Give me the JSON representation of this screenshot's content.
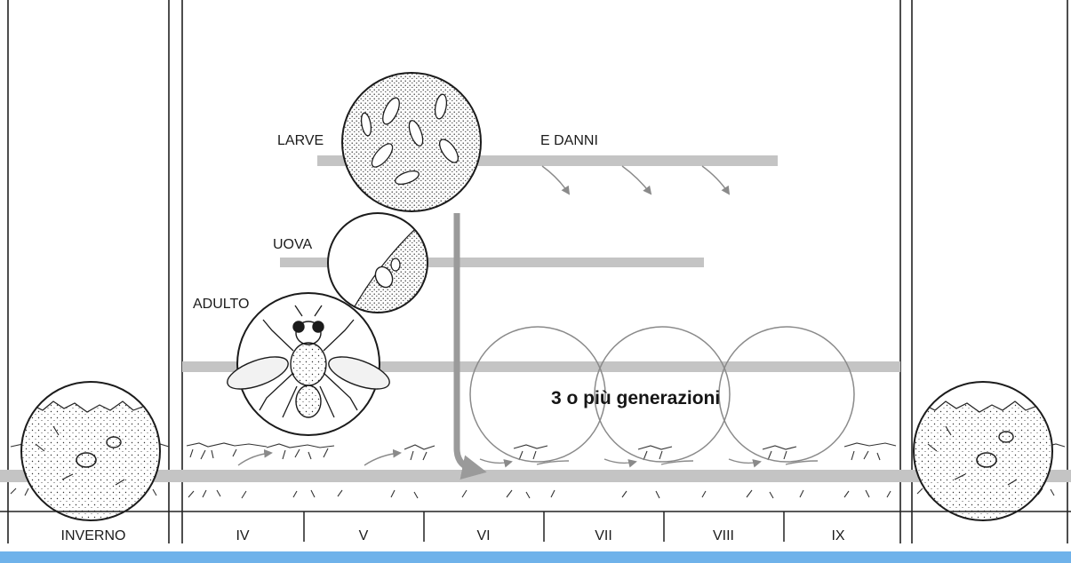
{
  "stages": {
    "larvae": "LARVE",
    "damage": "E DANNI",
    "eggs": "UOVA",
    "adult": "ADULTO"
  },
  "generations_label": "3 o più generazioni",
  "periods": {
    "winter": "INVERNO",
    "months": [
      "IV",
      "V",
      "VI",
      "VII",
      "VIII",
      "IX"
    ]
  },
  "colors": {
    "band": "#c4c4c4",
    "line": "#222222",
    "accent_blue": "#6fb2ea"
  }
}
